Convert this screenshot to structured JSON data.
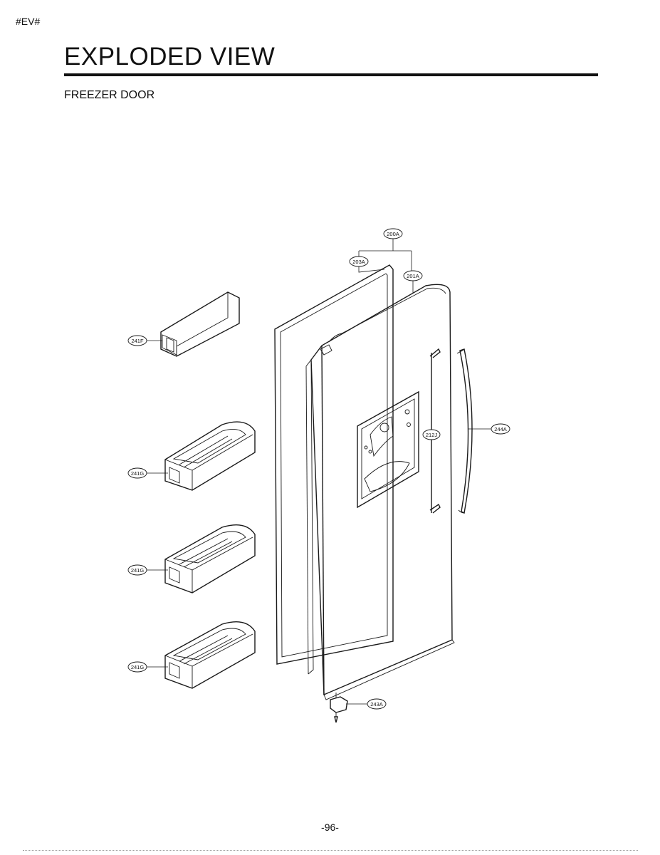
{
  "header": {
    "tag": "#EV#",
    "title": "EXPLODED VIEW",
    "subtitle": "FREEZER DOOR"
  },
  "parts": {
    "p200A": "200A",
    "p203A": "203A",
    "p201A": "201A",
    "p241F": "241F",
    "p212J": "212J",
    "p244A": "244A",
    "p241G_1": "241G",
    "p241G_2": "241G",
    "p241G_3": "241G",
    "p243A": "243A"
  },
  "footer": {
    "page_number": "-96-"
  }
}
